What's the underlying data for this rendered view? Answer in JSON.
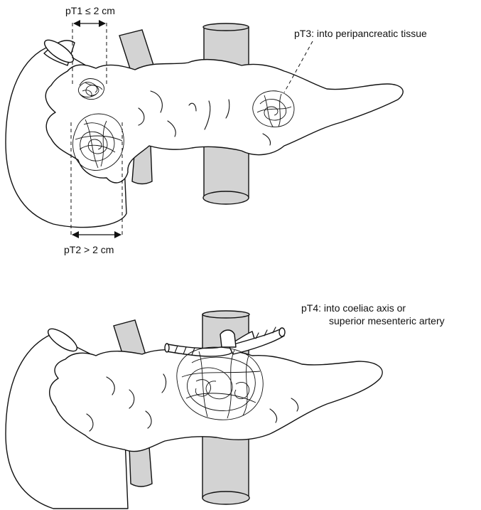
{
  "labels": {
    "pt1": "pT1 ≤ 2 cm",
    "pt2": "pT2 > 2 cm",
    "pt3": "pT3: into peripancreatic tissue",
    "pt4_line1": "pT4: into coeliac axis or",
    "pt4_line2": "superior mesenteric artery"
  },
  "colors": {
    "vessel": "#d3d3d3",
    "outline": "#111111",
    "background": "#ffffff"
  }
}
